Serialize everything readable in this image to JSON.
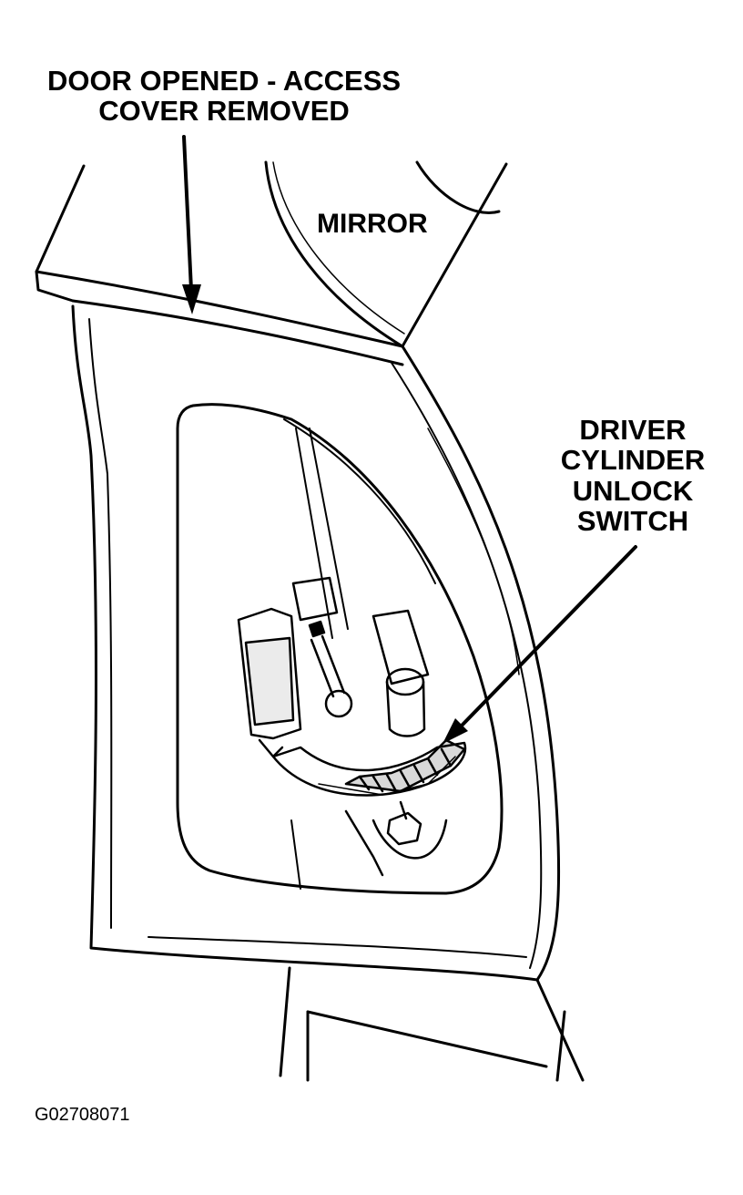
{
  "labels": {
    "door_line1": "DOOR OPENED - ACCESS",
    "door_line2": "COVER REMOVED",
    "mirror": "MIRROR",
    "switch_line1": "DRIVER",
    "switch_line2": "CYLINDER",
    "switch_line3": "UNLOCK",
    "switch_line4": "SWITCH",
    "figure_code": "G02708071"
  }
}
